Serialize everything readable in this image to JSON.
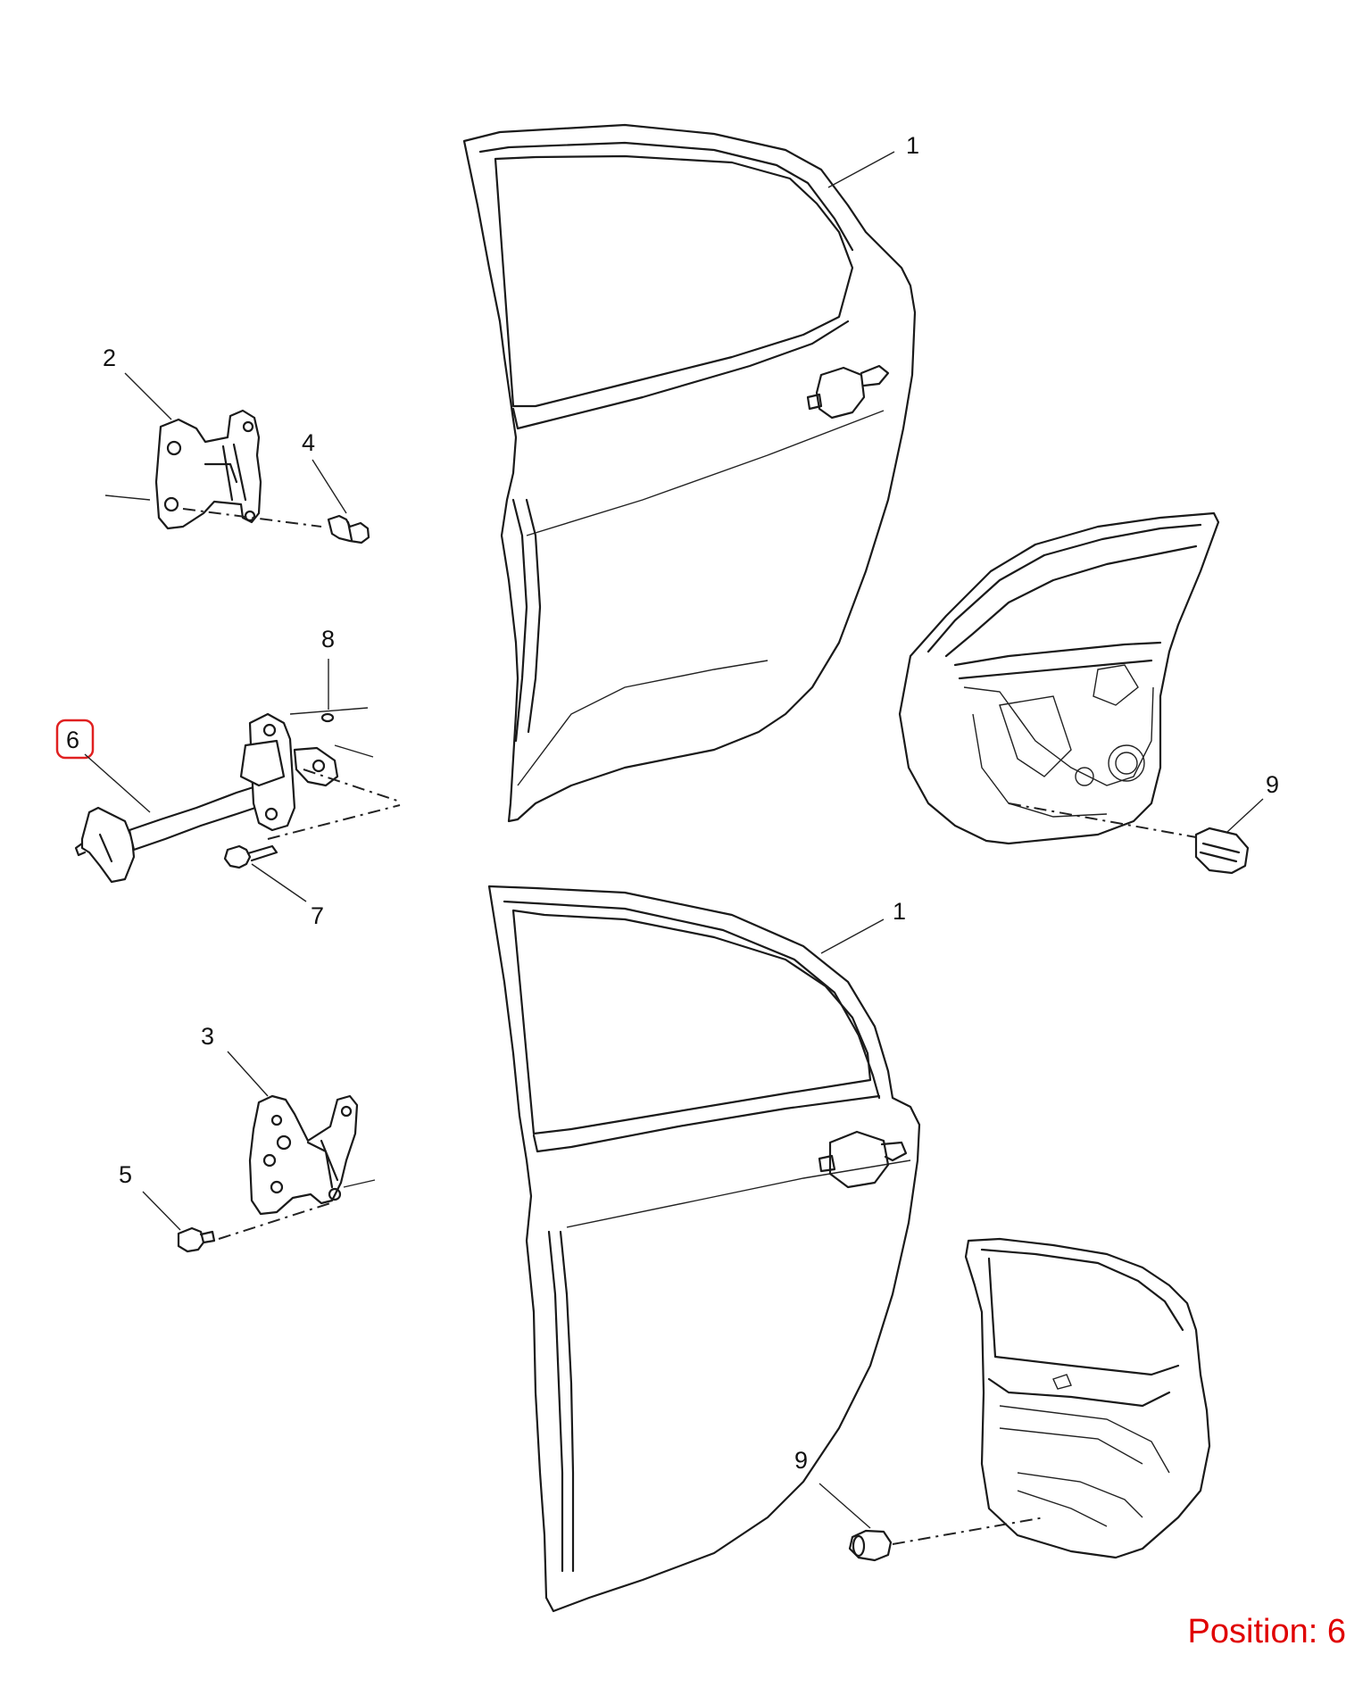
{
  "callouts": {
    "c1_top": "1",
    "c1_bottom": "1",
    "c2": "2",
    "c3": "3",
    "c4": "4",
    "c5": "5",
    "c6": "6",
    "c7": "7",
    "c8": "8",
    "c9_right": "9",
    "c9_bottom": "9"
  },
  "highlight": {
    "callout": "6",
    "color": "#e02020"
  },
  "position_label": "Position: 6",
  "colors": {
    "line": "#1a1a1a",
    "position_text": "#e00000"
  }
}
